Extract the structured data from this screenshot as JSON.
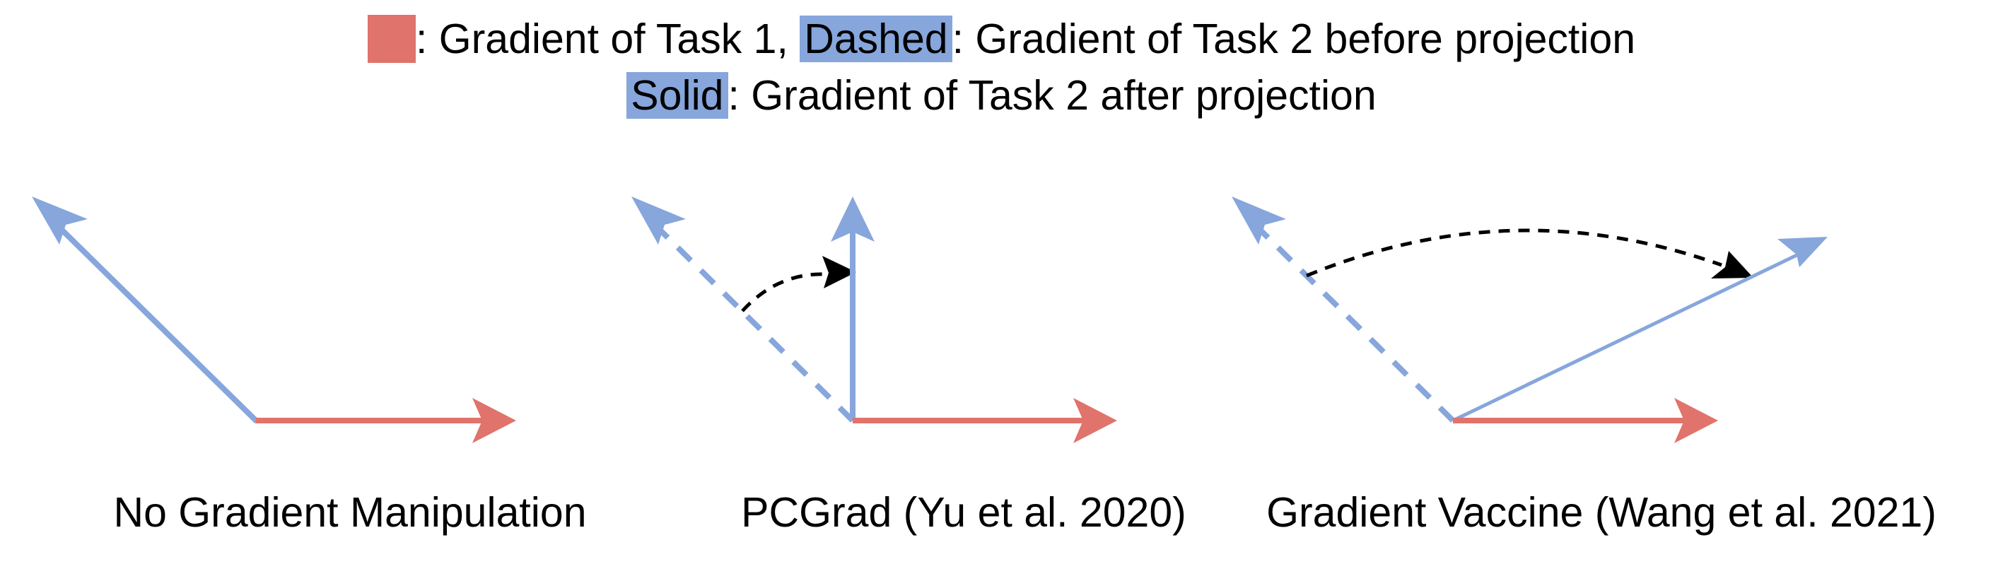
{
  "colors": {
    "task1": "#e0736b",
    "task2": "#86a6dc",
    "arc": "#000000"
  },
  "legend": {
    "line1_after_swatch": ": Gradient of Task 1, ",
    "dashed_label": "Dashed",
    "line1_tail": ": Gradient of Task 2 before projection",
    "solid_label": "Solid",
    "line2_tail": ": Gradient of Task 2 after projection"
  },
  "panels": [
    {
      "caption": "No Gradient Manipulation"
    },
    {
      "caption": "PCGrad (Yu et al. 2020)"
    },
    {
      "caption": "Gradient Vaccine (Wang et al. 2021)"
    }
  ]
}
